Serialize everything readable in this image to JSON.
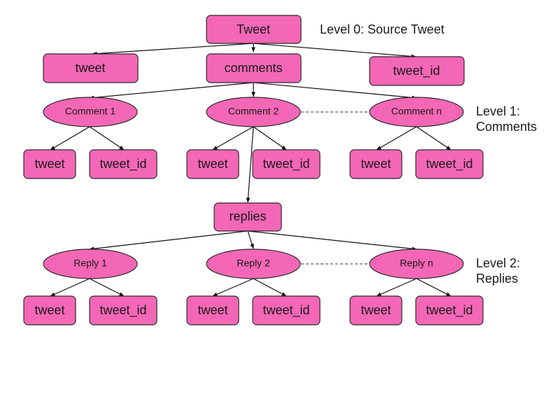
{
  "level_labels": {
    "level0": "Level 0: Source Tweet",
    "level1_line1": "Level 1:",
    "level1_line2": "Comments",
    "level2_line1": "Level 2:",
    "level2_line2": "Replies"
  },
  "nodes": {
    "root": "Tweet",
    "root_tweet": "tweet",
    "comments": "comments",
    "root_tweet_id": "tweet_id",
    "comment_1": "Comment 1",
    "comment_2": "Comment 2",
    "comment_n": "Comment n",
    "c1_tweet": "tweet",
    "c1_tweet_id": "tweet_id",
    "c2_tweet": "tweet",
    "c2_tweet_id": "tweet_id",
    "cn_tweet": "tweet",
    "cn_tweet_id": "tweet_id",
    "replies": "replies",
    "reply_1": "Reply 1",
    "reply_2": "Reply 2",
    "reply_n": "Reply n",
    "r1_tweet": "tweet",
    "r1_tweet_id": "tweet_id",
    "r2_tweet": "tweet",
    "r2_tweet_id": "tweet_id",
    "rn_tweet": "tweet",
    "rn_tweet_id": "tweet_id"
  },
  "colors": {
    "node_fill": "#f467b6",
    "node_stroke": "#2a2a2a",
    "edge": "#111111"
  }
}
